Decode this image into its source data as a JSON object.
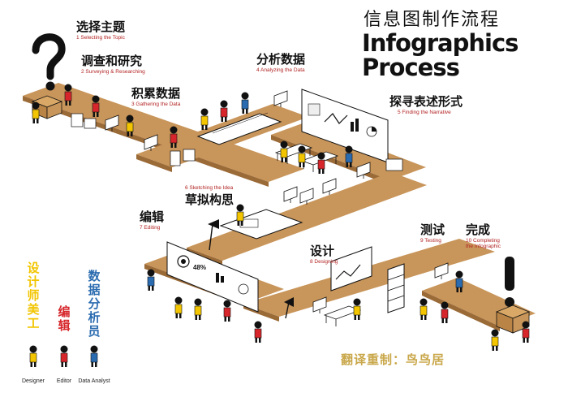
{
  "title": {
    "zh": "信息图制作流程",
    "en_line1": "Infographics",
    "en_line2": "Process"
  },
  "steps": [
    {
      "zh": "选择主题",
      "en": "1 Selecting the Topic"
    },
    {
      "zh": "调查和研究",
      "en": "2 Surveying & Researching"
    },
    {
      "zh": "积累数据",
      "en": "3 Gathering the Data"
    },
    {
      "zh": "分析数据",
      "en": "4 Analyzing the Data"
    },
    {
      "zh": "探寻表述形式",
      "en": "5 Finding the Narrative"
    },
    {
      "zh": "草拟构思",
      "en": "6 Sketching the Idea"
    },
    {
      "zh": "编辑",
      "en": "7 Editing"
    },
    {
      "zh": "设计",
      "en": "8 Designing"
    },
    {
      "zh": "测试",
      "en": "9 Testing"
    },
    {
      "zh": "完成",
      "en_line1": "10 Completing",
      "en_line2": "the Infographic"
    }
  ],
  "legend": {
    "designer_zh": "设计师美工",
    "editor_zh": "编辑",
    "analyst_zh": "数据分析员",
    "designer_en": "Designer",
    "editor_en": "Editor",
    "analyst_en": "Data Analyst"
  },
  "credit": "翻译重制：鸟鸟居",
  "chart_text": {
    "pct": "48%"
  },
  "colors": {
    "path": "#c8955a",
    "path_dark": "#9a6a37",
    "designer": "#f2c500",
    "editor": "#d6262b",
    "analyst": "#2b6cb0"
  }
}
